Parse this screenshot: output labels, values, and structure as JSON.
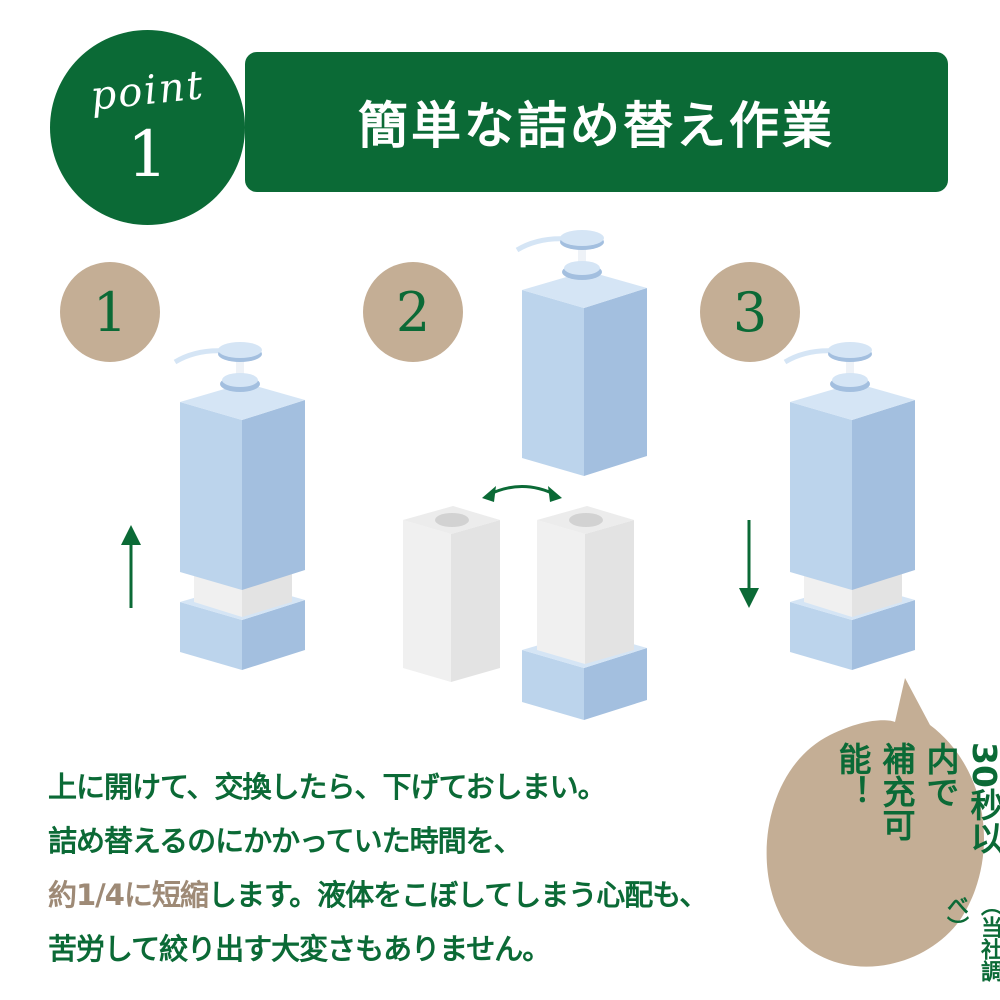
{
  "badge": {
    "word": "point",
    "number": "1"
  },
  "title": "簡単な詰め替え作業",
  "steps": [
    "1",
    "2",
    "3"
  ],
  "description": {
    "line1": "上に開けて、交換したら、下げておしまい。",
    "line2": "詰め替えるのにかかっていた時間を、",
    "line3_highlight_a": "約1/4に",
    "line3_highlight_b": "短縮",
    "line3_rest": "します。液体をこぼしてしまう心配も、",
    "line4": "苦労して絞り出す大変さもありません。"
  },
  "bubble": {
    "line1": "30秒以内で",
    "line2": "補充可能！",
    "note": "（当社調べ）"
  },
  "colors": {
    "green": "#0b6a36",
    "tan": "#c4ae95",
    "bottle_front": "#bcd4ec",
    "bottle_side": "#a3bfdf",
    "case": "#e3e3e3"
  }
}
